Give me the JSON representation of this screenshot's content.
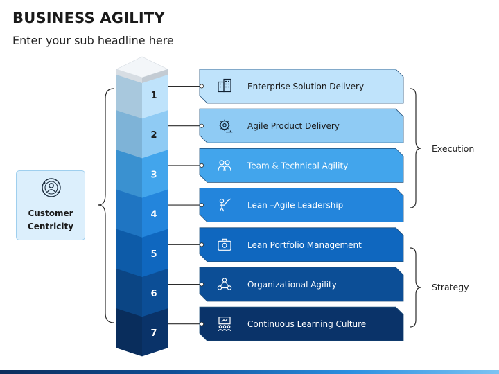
{
  "title": "BUSINESS AGILITY",
  "subtitle": "Enter your sub headline here",
  "customer": {
    "label": "Customer\nCentricity",
    "icon": "person-circle-icon"
  },
  "groups": {
    "execution": "Execution",
    "strategy": "Strategy"
  },
  "steps": [
    {
      "number": "1",
      "label": "Enterprise Solution Delivery",
      "icon": "enterprise-building-icon",
      "color": "#bfe3fb",
      "text_color": "#1a1a1a"
    },
    {
      "number": "2",
      "label": "Agile Product Delivery",
      "icon": "product-delivery-gear-icon",
      "color": "#8fcbf4",
      "text_color": "#1a1a1a"
    },
    {
      "number": "3",
      "label": "Team & Technical Agility",
      "icon": "team-icon",
      "color": "#42a5ec",
      "text_color": "#ffffff"
    },
    {
      "number": "4",
      "label": "Lean –Agile Leadership",
      "icon": "leadership-icon",
      "color": "#2385dc",
      "text_color": "#ffffff"
    },
    {
      "number": "5",
      "label": "Lean Portfolio Management",
      "icon": "portfolio-icon",
      "color": "#0f67bf",
      "text_color": "#ffffff"
    },
    {
      "number": "6",
      "label": "Organizational Agility",
      "icon": "organization-network-icon",
      "color": "#0c4e96",
      "text_color": "#ffffff"
    },
    {
      "number": "7",
      "label": "Continuous  Learning Culture",
      "icon": "learning-classroom-icon",
      "color": "#0a3369",
      "text_color": "#ffffff"
    }
  ]
}
